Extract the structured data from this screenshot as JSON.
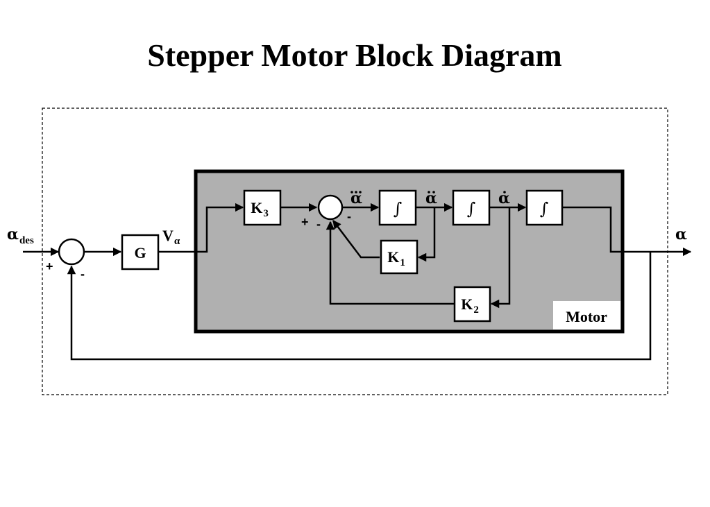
{
  "title": "Stepper Motor Block Diagram",
  "labels": {
    "input_alpha": "α",
    "input_sub": "des",
    "output_alpha": "α",
    "v_main": "V",
    "v_sub": "α",
    "alpha_ddd": "α",
    "alpha_dd": "α",
    "alpha_d": "α"
  },
  "blocks": {
    "g": "G",
    "k3_main": "K",
    "k3_sub": "3",
    "k1_main": "K",
    "k1_sub": "1",
    "k2_main": "K",
    "k2_sub": "2",
    "integrator": "∫",
    "motor": "Motor"
  },
  "signs": {
    "outer_plus": "+",
    "outer_minus": "-",
    "inner_plus": "+",
    "inner_minus_left": "-",
    "inner_minus_right": "-"
  },
  "colors": {
    "motor_fill": "#b0b0b0",
    "line": "#000000",
    "background": "#ffffff"
  }
}
